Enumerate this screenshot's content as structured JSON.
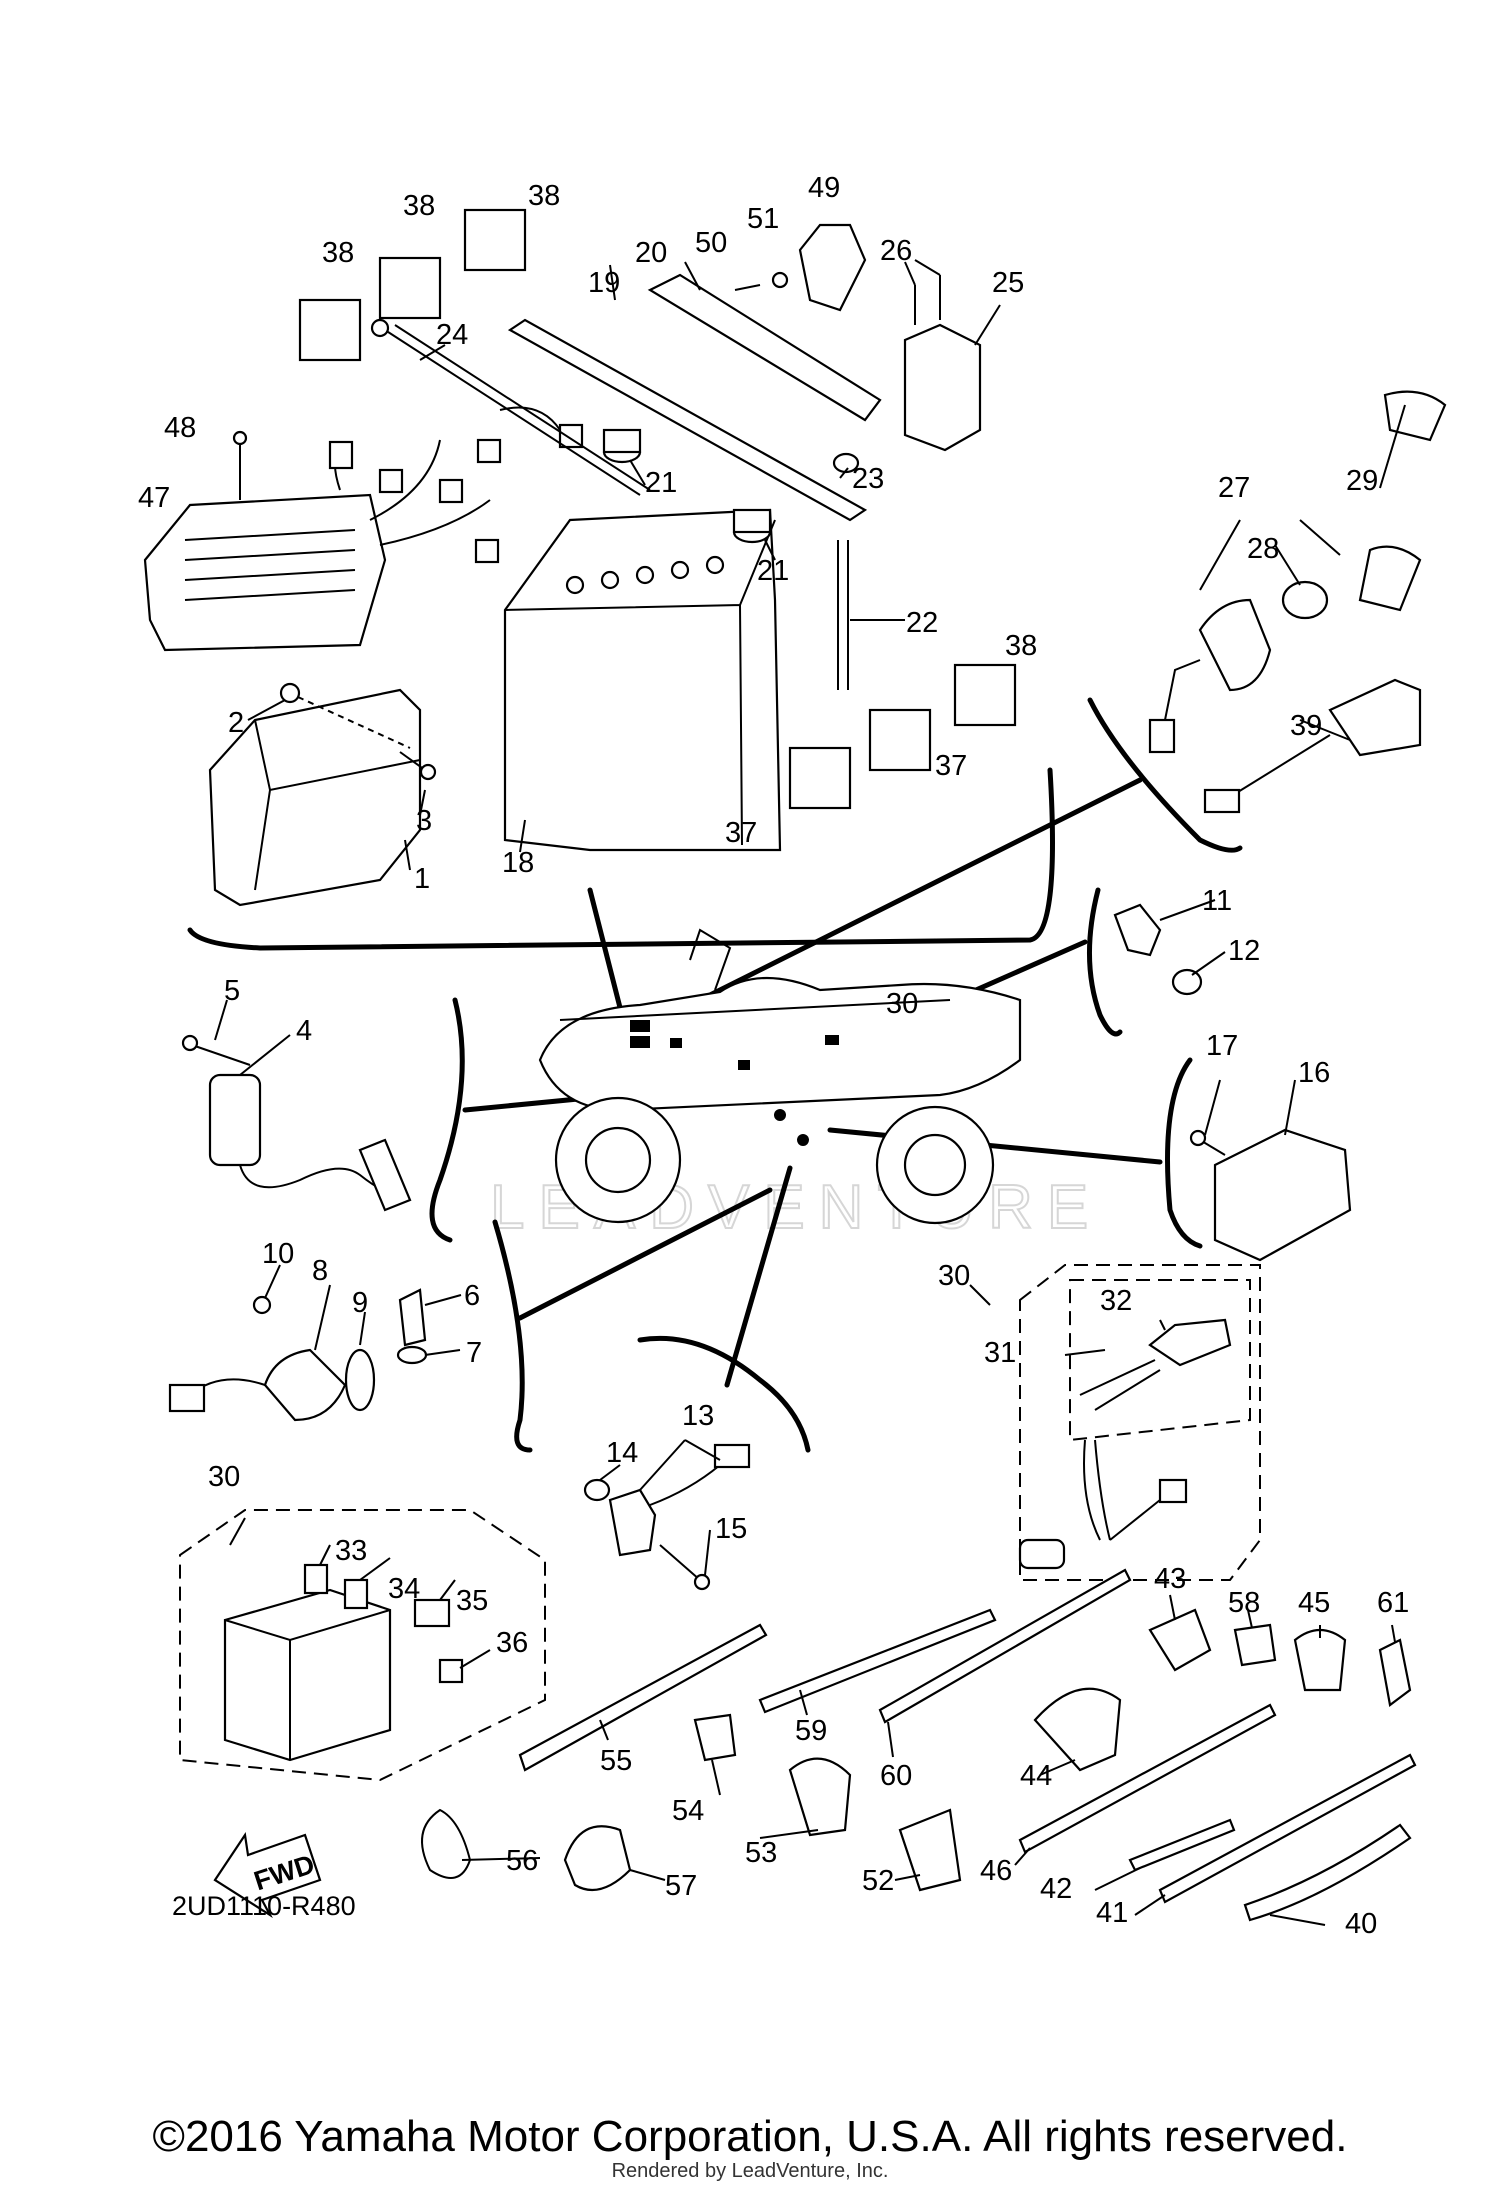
{
  "diagram": {
    "code": "2UD1110-R480",
    "fwd": "FWD",
    "watermark": "LEADVENTURE",
    "copyright": "©2016 Yamaha Motor Corporation, U.S.A. All rights reserved.",
    "rendered": "Rendered by LeadVenture, Inc."
  },
  "callouts": [
    "1",
    "2",
    "3",
    "4",
    "5",
    "6",
    "7",
    "8",
    "9",
    "10",
    "11",
    "12",
    "13",
    "14",
    "15",
    "16",
    "17",
    "18",
    "19",
    "20",
    "21",
    "21",
    "22",
    "23",
    "24",
    "25",
    "26",
    "27",
    "28",
    "29",
    "30",
    "30",
    "30",
    "31",
    "32",
    "33",
    "34",
    "35",
    "36",
    "37",
    "37",
    "38",
    "38",
    "38",
    "38",
    "39",
    "40",
    "41",
    "42",
    "43",
    "44",
    "45",
    "46",
    "47",
    "48",
    "49",
    "50",
    "51",
    "52",
    "53",
    "54",
    "55",
    "56",
    "57",
    "58",
    "59",
    "60",
    "61"
  ]
}
